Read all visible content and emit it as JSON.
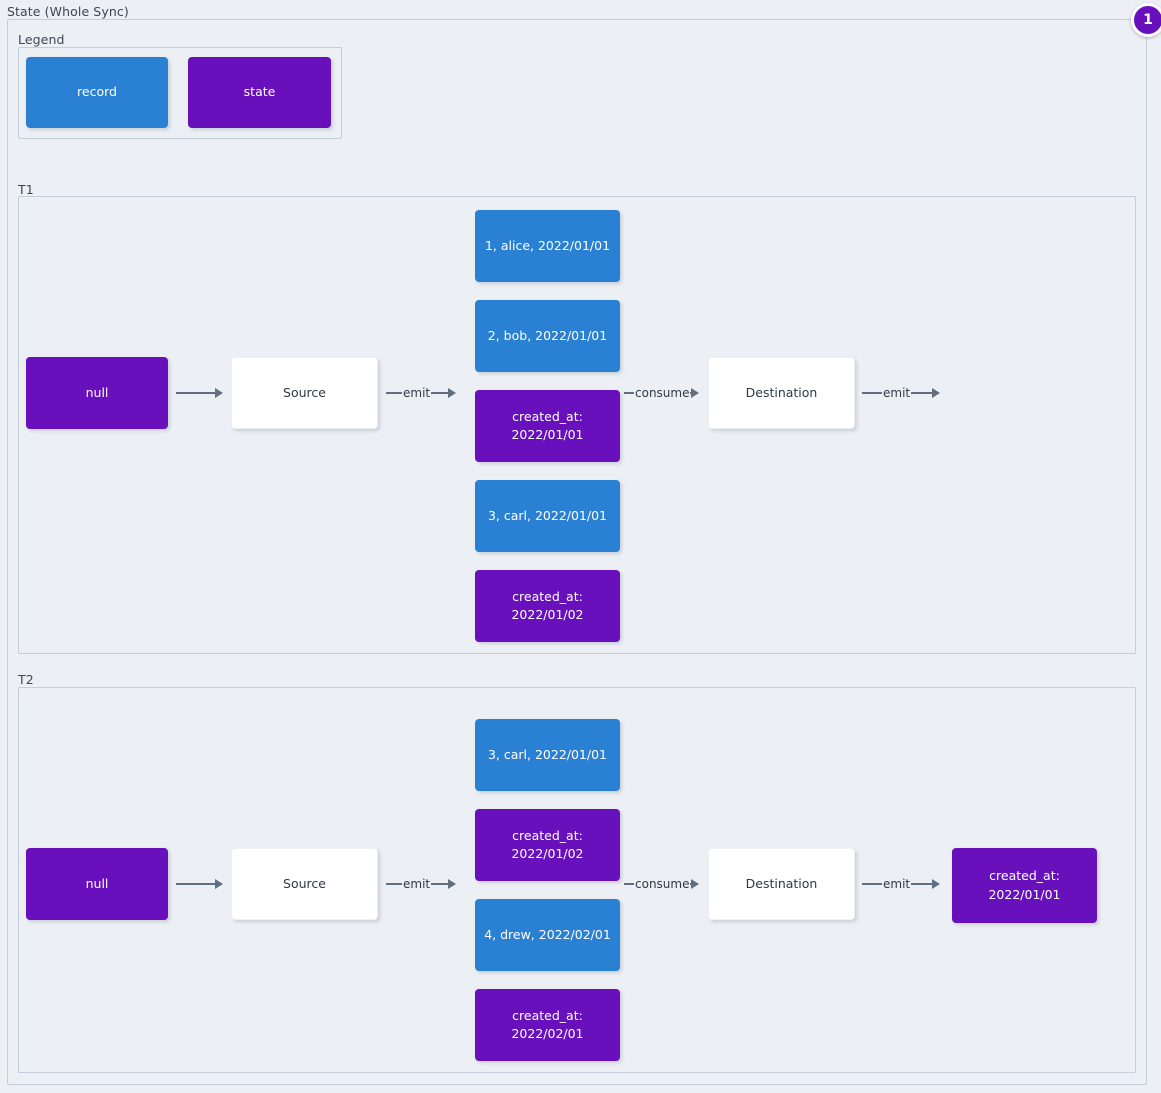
{
  "diagram": {
    "title": "State (Whole Sync)",
    "badge": "1",
    "colors": {
      "record": "#2a80d2",
      "state": "#6910bd",
      "node_plain": "#ffffff",
      "edge": "#5d6f81",
      "background": "#eceff4",
      "cluster_border": "#c3cedb"
    }
  },
  "legend": {
    "label": "Legend",
    "items": [
      {
        "label": "record",
        "kind": "record"
      },
      {
        "label": "state",
        "kind": "state"
      }
    ]
  },
  "t1": {
    "label": "T1",
    "nodes": {
      "initial_state": "null",
      "source": "Source",
      "destination": "Destination",
      "records": [
        "1, alice, 2022/01/01",
        "2, bob, 2022/01/01",
        "3, carl, 2022/01/01"
      ],
      "states": [
        "created_at:\n2022/01/01",
        "created_at:\n2022/01/02"
      ]
    },
    "edges": {
      "state_to_source": "",
      "source_emit": "emit",
      "destination_consume": "consume",
      "destination_emit": "emit"
    }
  },
  "t2": {
    "label": "T2",
    "nodes": {
      "initial_state": "null",
      "source": "Source",
      "destination": "Destination",
      "records": [
        "3, carl, 2022/01/01",
        "4, drew, 2022/02/01"
      ],
      "states": [
        "created_at:\n2022/01/02",
        "created_at:\n2022/02/01"
      ],
      "output_state": "created_at:\n2022/01/01"
    },
    "edges": {
      "state_to_source": "",
      "source_emit": "emit",
      "destination_consume": "consume",
      "destination_emit": "emit"
    }
  }
}
